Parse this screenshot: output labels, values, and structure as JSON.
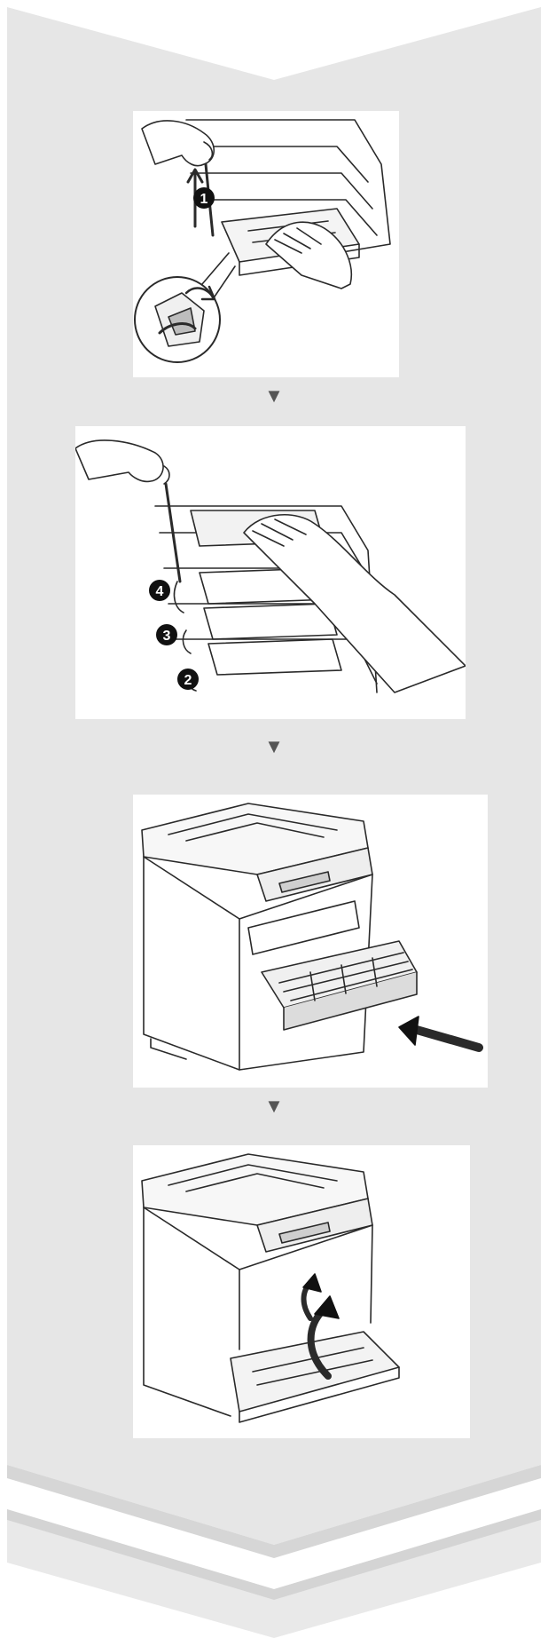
{
  "instructions": {
    "steps": [
      {
        "callouts": [
          "1"
        ]
      },
      {
        "callouts": [
          "4",
          "3",
          "2"
        ]
      },
      {
        "callouts": []
      },
      {
        "callouts": []
      }
    ],
    "separator_glyph": "▼"
  },
  "colors": {
    "panel": "#e6e6e6",
    "panel_shadow": "#cfcfcf",
    "line": "#2a2a2a",
    "callout": "#111111"
  }
}
